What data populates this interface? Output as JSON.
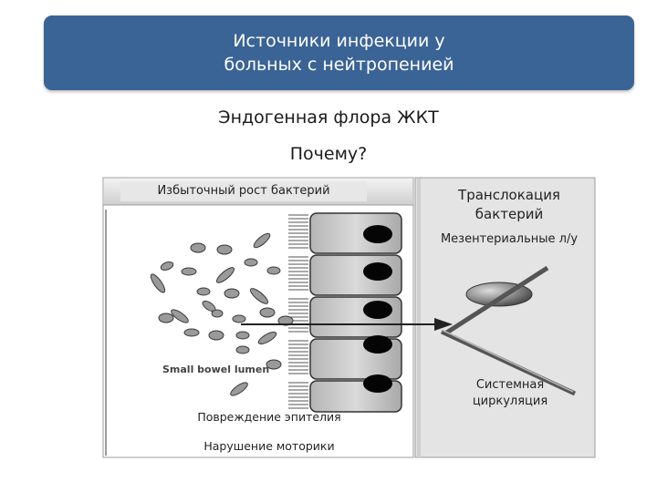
{
  "header": {
    "title_line1": "Источники инфекции у",
    "title_line2": "больных с нейтропенией"
  },
  "subtitle": "Эндогенная флора ЖКТ",
  "question": "Почему?",
  "diagram": {
    "overgrowth": "Избыточный рост бактерий",
    "translocation": "Транслокация бактерий",
    "mesenteric": "Мезентериальные л/у",
    "systemic": "Системная циркуляция",
    "epithelium_damage": "Повреждение эпителия",
    "motility": "Нарушение моторики",
    "lumen_label": "Small bowel lumen"
  },
  "colors": {
    "banner": "#3a6396",
    "panel_bg": "#e4e4e4",
    "bacteria": "#9a9a9a",
    "nucleus": "#050505"
  }
}
